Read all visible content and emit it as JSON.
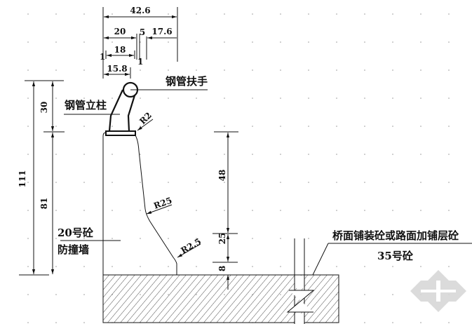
{
  "dimensions": {
    "top_total": "42.6",
    "top_20": "20",
    "top_5": "5",
    "top_17_6": "17.6",
    "top_18": "18",
    "top_15_8": "15.8",
    "tick_1a": "1",
    "tick_1b": "1",
    "left_111": "111",
    "left_30": "30",
    "left_81": "81",
    "right_48": "48",
    "right_25": "25",
    "right_8": "8",
    "radius_r2": "R2",
    "radius_r25": "R25",
    "radius_r2_5": "R2.5"
  },
  "labels": {
    "handrail": "钢管扶手",
    "post": "钢管立柱",
    "concrete_grade_wall": "20号砼",
    "crash_wall": "防撞墙",
    "deck_paving": "桥面铺装砼或路面加铺层砼",
    "concrete_grade_deck": "35号砼"
  },
  "colors": {
    "line": "#111111",
    "watermark": "#d8d8d8"
  }
}
